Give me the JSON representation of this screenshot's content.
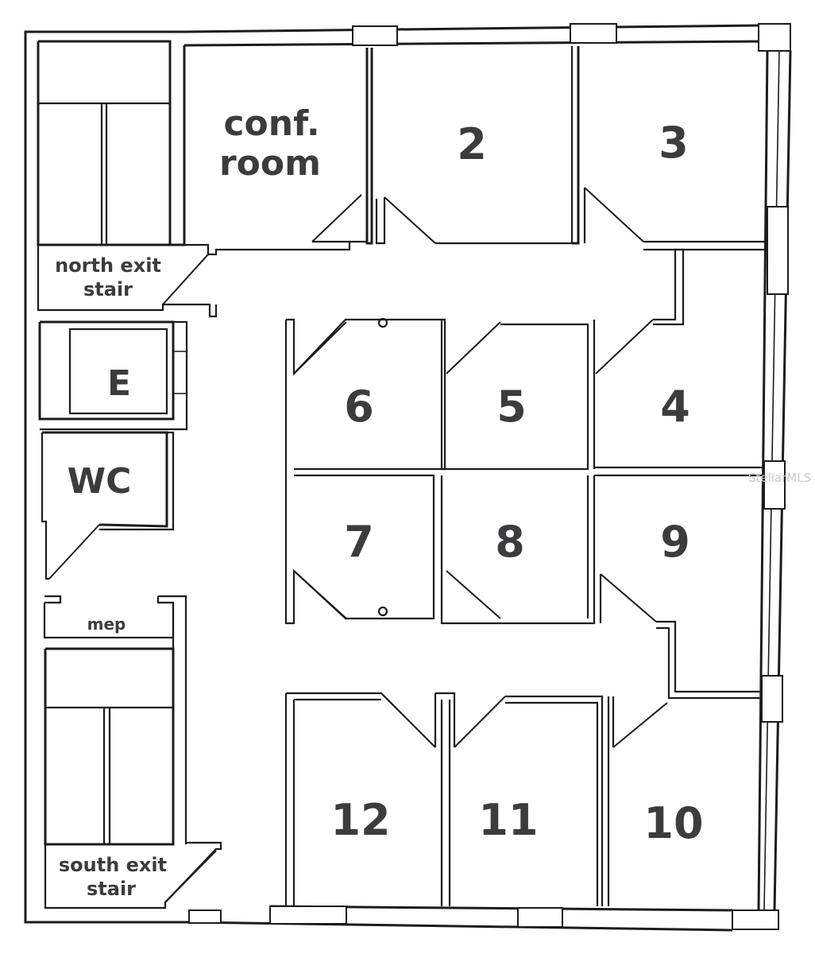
{
  "rooms": {
    "conf_room": [
      "conf.",
      "room"
    ],
    "r2": "2",
    "r3": "3",
    "r4": "4",
    "r5": "5",
    "r6": "6",
    "r7": "7",
    "r8": "8",
    "r9": "9",
    "r10": "10",
    "r11": "11",
    "r12": "12"
  },
  "core": {
    "north_stair": [
      "north exit",
      "stair"
    ],
    "elevator": "E",
    "restroom": "WC",
    "mechanical": "mep",
    "south_stair": [
      "south exit",
      "stair"
    ]
  },
  "watermark": "StellarMLS"
}
